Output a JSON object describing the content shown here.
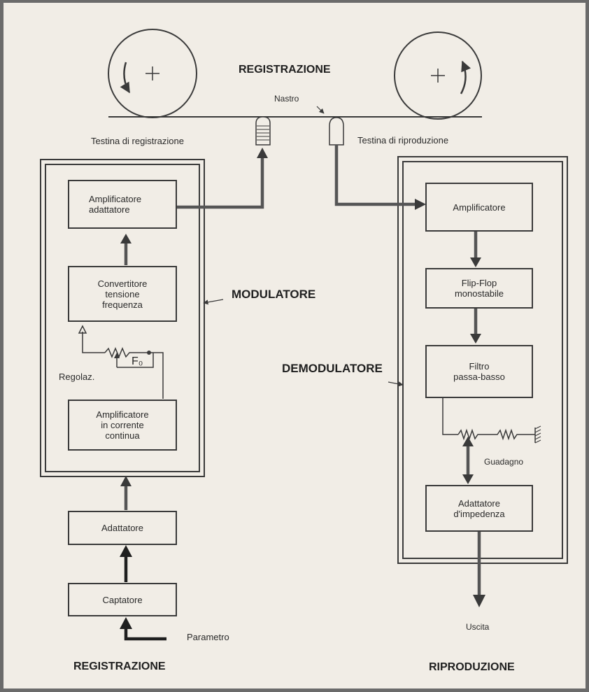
{
  "top": {
    "title": "REGISTRAZIONE",
    "tape_label": "Nastro",
    "record_head_label": "Testina di registrazione",
    "playback_head_label": "Testina di riproduzione"
  },
  "modulatore": {
    "label": "MODULATORE",
    "blocks": {
      "amplificatore_adattatore": "Amplificatore\nadattatore",
      "convertitore": "Convertitore\ntensione\nfrequenza",
      "amplificatore_cc": "Amplificatore\nin corrente\ncontinua"
    },
    "regolaz_label": "Regolaz.",
    "f0_label": "F₀"
  },
  "chain_left": {
    "adattatore": "Adattatore",
    "captatore": "Captatore",
    "parametro": "Parametro",
    "section_label": "REGISTRAZIONE"
  },
  "demodulatore": {
    "label": "DEMODULATORE",
    "blocks": {
      "amplificatore": "Amplificatore",
      "flipflop": "Flip-Flop\nmonostabile",
      "filtro": "Filtro\npassa-basso",
      "adattatore_impedenza": "Adattatore\nd'impedenza"
    },
    "guadagno_label": "Guadagno",
    "uscita_label": "Uscita",
    "section_label": "RIPRODUZIONE"
  },
  "colors": {
    "line": "#3a3a3a",
    "background": "#f1ede6"
  }
}
